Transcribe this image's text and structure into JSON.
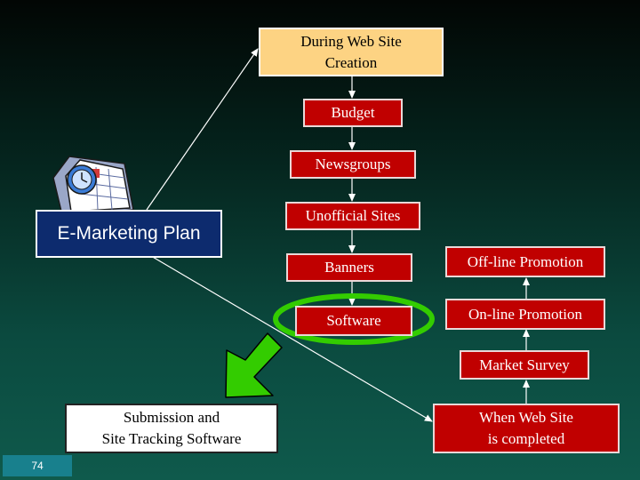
{
  "diagram": {
    "nodes": {
      "during_creation": "During Web Site\nCreation",
      "budget": "Budget",
      "newsgroups": "Newsgroups",
      "unofficial_sites": "Unofficial Sites",
      "banners": "Banners",
      "software": "Software",
      "offline_promotion": "Off-line Promotion",
      "online_promotion": "On-line Promotion",
      "market_survey": "Market Survey",
      "when_completed": "When Web Site\nis completed",
      "emarketing_plan": "E-Marketing Plan",
      "submission": "Submission and\nSite Tracking Software"
    },
    "colors": {
      "red_box": "#c00000",
      "yellow_box": "#fdd383",
      "blue_box": "#0d2b6e",
      "highlight_ellipse": "#33cc00",
      "big_arrow": "#33cc00"
    }
  },
  "footer": {
    "page_number": "74"
  }
}
